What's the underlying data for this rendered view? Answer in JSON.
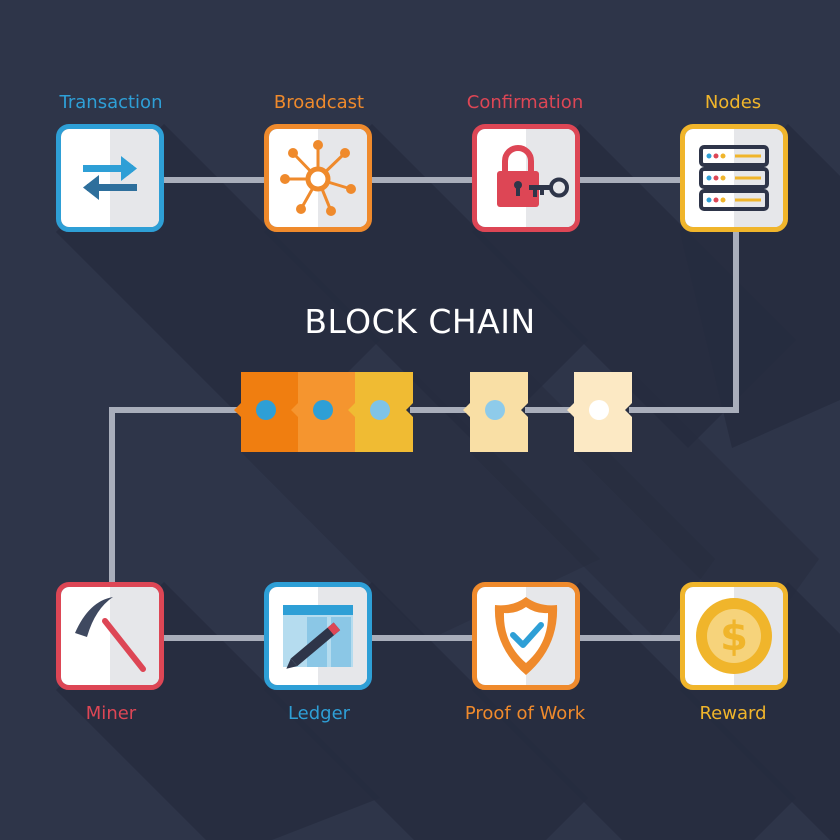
{
  "title": "BLOCK CHAIN",
  "colors": {
    "background": "#2e3549",
    "connector": "#a9aebb",
    "blue": "#2e9fd6",
    "orange": "#ef8a2c",
    "red": "#dd4655",
    "yellow": "#f0b52b"
  },
  "steps": [
    {
      "label": "Transaction",
      "icon": "exchange-arrows-icon",
      "color": "#2e9fd6"
    },
    {
      "label": "Broadcast",
      "icon": "network-hub-icon",
      "color": "#ef8a2c"
    },
    {
      "label": "Confirmation",
      "icon": "padlock-key-icon",
      "color": "#dd4655"
    },
    {
      "label": "Nodes",
      "icon": "server-stack-icon",
      "color": "#f0b52b"
    },
    {
      "label": "Miner",
      "icon": "pickaxe-icon",
      "color": "#dd4655"
    },
    {
      "label": "Ledger",
      "icon": "ledger-pen-icon",
      "color": "#2e9fd6"
    },
    {
      "label": "Proof of Work",
      "icon": "shield-check-icon",
      "color": "#ef8a2c"
    },
    {
      "label": "Reward",
      "icon": "dollar-coin-icon",
      "color": "#f0b52b"
    }
  ],
  "chain_blocks": [
    {
      "color": "#f07e10"
    },
    {
      "color": "#f5952f"
    },
    {
      "color": "#f0bb33"
    },
    {
      "color": "#f9dfa5"
    },
    {
      "color": "#fce9c4"
    }
  ]
}
